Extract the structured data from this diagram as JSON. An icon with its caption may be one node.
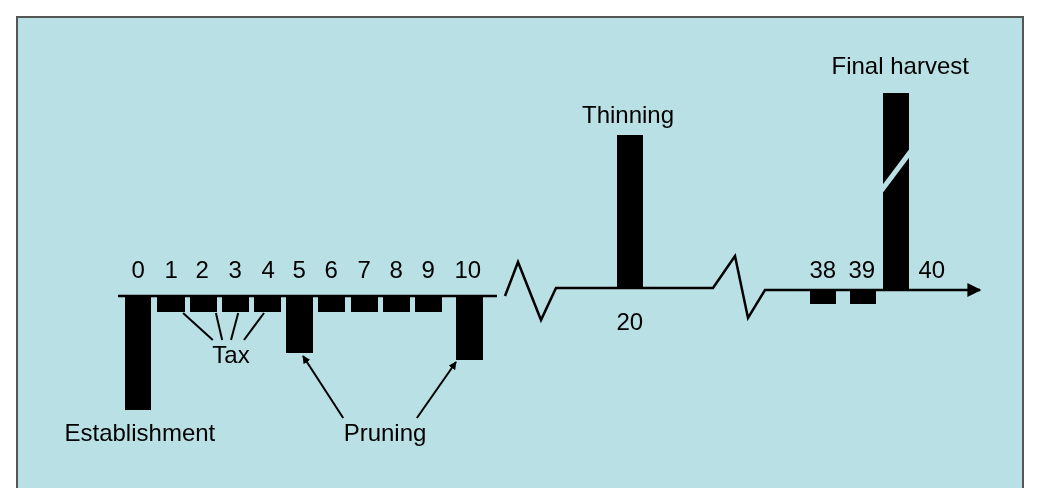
{
  "diagram": {
    "nodes": [
      {
        "text": [],
        "shape": "bar",
        "beside": [
          "Establishment"
        ]
      },
      {
        "text": [],
        "shape": "bar"
      },
      {
        "text": [],
        "shape": "bar"
      },
      {
        "text": [],
        "shape": "bar"
      },
      {
        "text": [],
        "shape": "bar"
      },
      {
        "text": [],
        "shape": "bar"
      },
      {
        "text": [],
        "shape": "bar"
      },
      {
        "text": [],
        "shape": "bar"
      },
      {
        "text": [],
        "shape": "bar"
      },
      {
        "text": [],
        "shape": "bar"
      },
      {
        "text": [],
        "shape": "bar"
      },
      {
        "text": [],
        "shape": "bar",
        "beside": [
          "Thinning"
        ]
      },
      {
        "text": [],
        "shape": "bar"
      },
      {
        "text": [],
        "shape": "bar"
      },
      {
        "text": [],
        "shape": "bar",
        "beside": [
          "Final harvest"
        ]
      },
      {
        "text": [
          "Tax"
        ]
      },
      {
        "text": [
          "Pruning"
        ]
      }
    ],
    "edges": [
      {
        "from": 15,
        "to": 1,
        "arrow": "none"
      },
      {
        "from": 15,
        "to": 2,
        "arrow": "none"
      },
      {
        "from": 15,
        "to": 3,
        "arrow": "none"
      },
      {
        "from": 15,
        "to": 4,
        "arrow": "none"
      },
      {
        "from": 16,
        "to": 5,
        "arrow": "to"
      },
      {
        "from": 16,
        "to": 10,
        "arrow": "to"
      }
    ],
    "labels": [
      "0",
      "1",
      "2",
      "3",
      "4",
      "5",
      "6",
      "7",
      "8",
      "9",
      "10",
      "20",
      "38",
      "39",
      "40"
    ]
  }
}
